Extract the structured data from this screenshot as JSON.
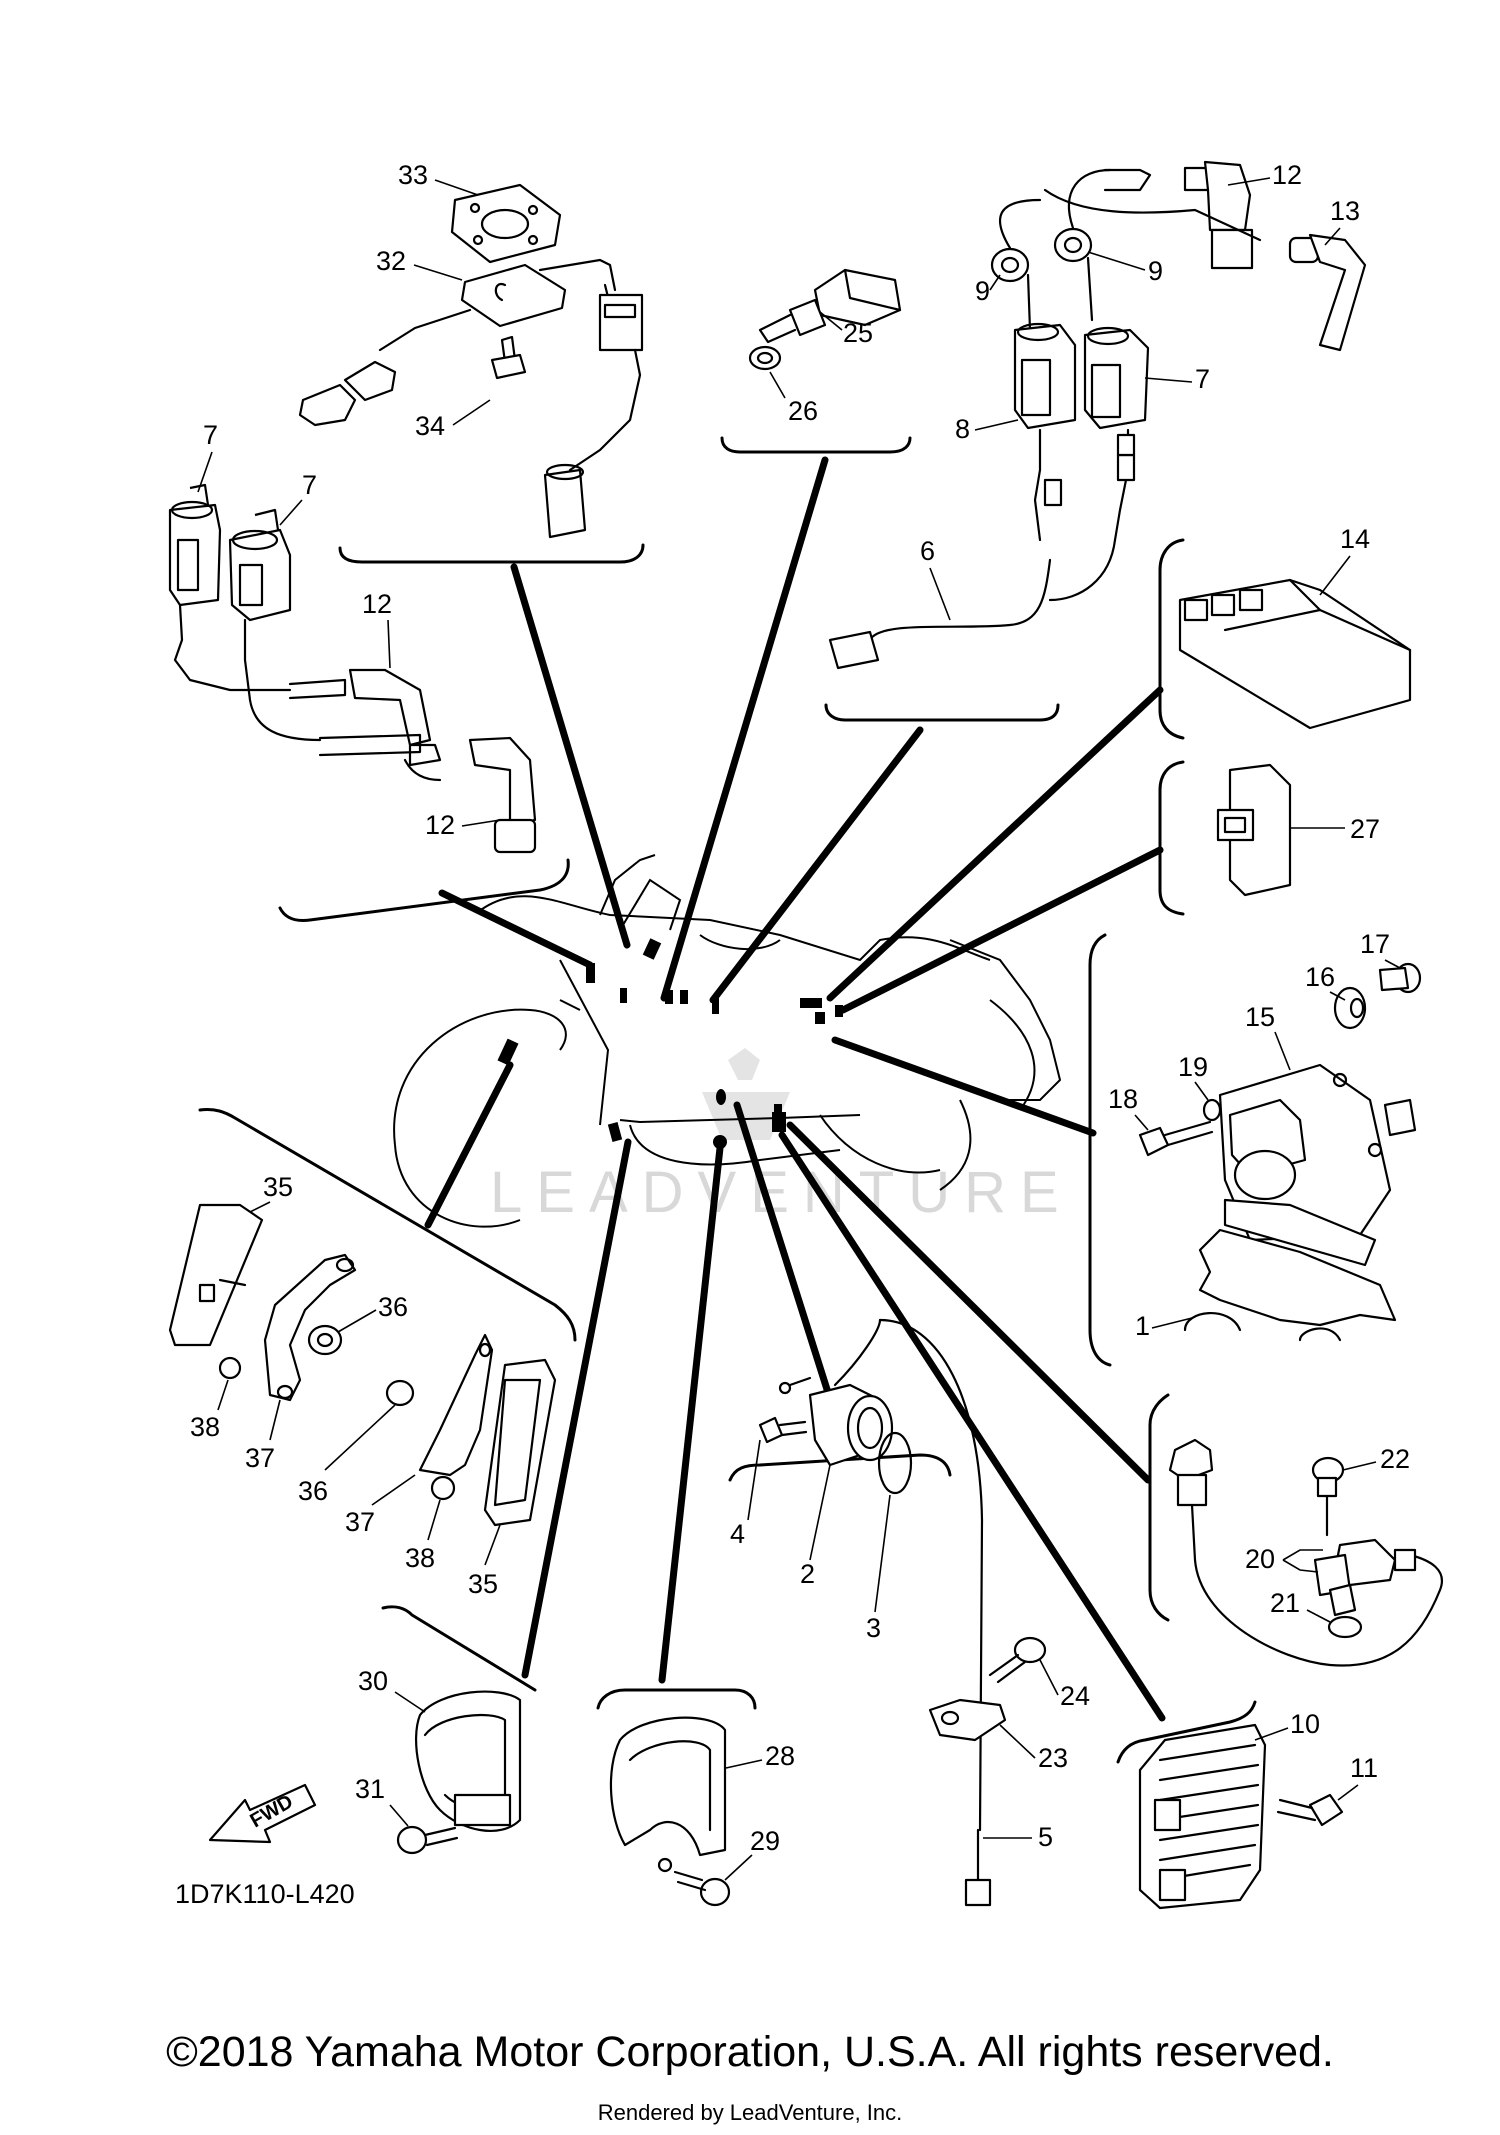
{
  "diagram": {
    "drawing_code": "1D7K110-L420",
    "fwd_label": "FWD",
    "watermark": "LEADVENTURE",
    "callouts": {
      "p1": "1",
      "p2": "2",
      "p3": "3",
      "p4": "4",
      "p5": "5",
      "p6": "6",
      "p7": "7",
      "p8": "8",
      "p9": "9",
      "p10": "10",
      "p11": "11",
      "p12": "12",
      "p13": "13",
      "p14": "14",
      "p15": "15",
      "p16": "16",
      "p17": "17",
      "p18": "18",
      "p19": "19",
      "p20": "20",
      "p21": "21",
      "p22": "22",
      "p23": "23",
      "p24": "24",
      "p25": "25",
      "p26": "26",
      "p27": "27",
      "p28": "28",
      "p29": "29",
      "p30": "30",
      "p31": "31",
      "p32": "32",
      "p33": "33",
      "p34": "34",
      "p35": "35",
      "p36": "36",
      "p37": "37",
      "p38": "38"
    }
  },
  "footer": {
    "copyright": "©2018 Yamaha Motor Corporation, U.S.A. All rights reserved.",
    "rendered_by": "Rendered by LeadVenture, Inc."
  }
}
